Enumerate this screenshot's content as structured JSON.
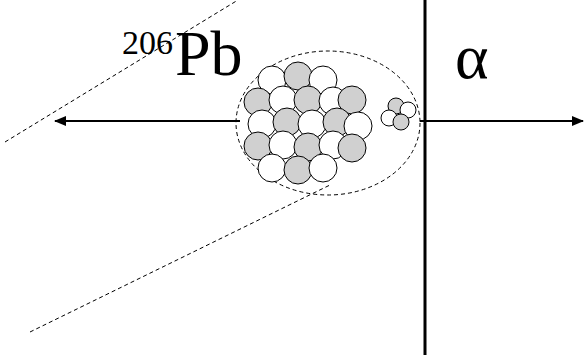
{
  "diagram": {
    "labels": [
      "206",
      "Pb",
      "α"
    ]
  }
}
